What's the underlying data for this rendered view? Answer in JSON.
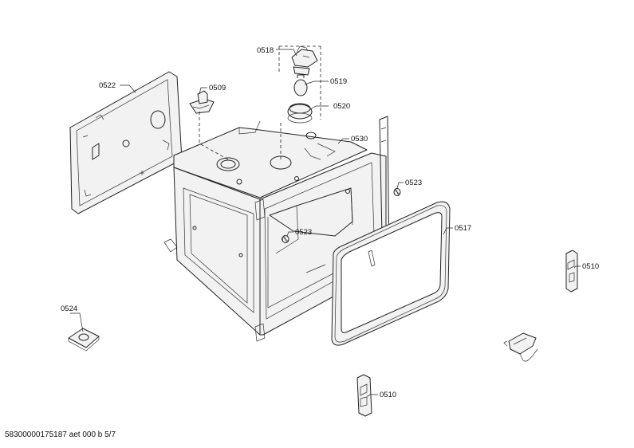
{
  "callouts": {
    "c0518": "0518",
    "c0519": "0519",
    "c0520": "0520",
    "c0509": "0509",
    "c0522": "0522",
    "c0530": "0530",
    "c0523a": "0523",
    "c0523b": "0523",
    "c0517": "0517",
    "c0510a": "0510",
    "c0524": "0524",
    "c0510b": "0510"
  },
  "footer": {
    "document_id": "58300000175187 aet 000 b 5/7"
  }
}
